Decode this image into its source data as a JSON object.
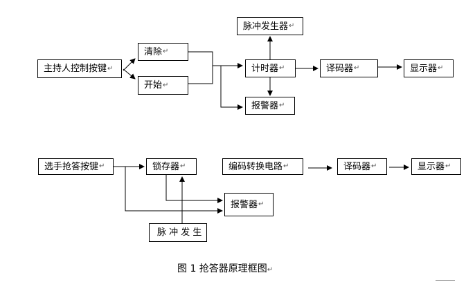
{
  "paragraph_mark": "↵",
  "top_section": {
    "host_keys": "主持人控制按键",
    "clear": "清除",
    "start": "开始",
    "pulse_generator": "脉冲发生器",
    "timer": "计时器",
    "alarm": "报警器",
    "decoder": "译码器",
    "display": "显示器"
  },
  "bottom_section": {
    "player_keys": "选手抢答按键",
    "latch": "锁存器",
    "pulse": "脉 冲 发 生",
    "alarm": "报警器",
    "encoder_circuit": "编码转换电路",
    "decoder": "译码器",
    "display": "显示器"
  },
  "caption": "图 1 抢答器原理框图"
}
